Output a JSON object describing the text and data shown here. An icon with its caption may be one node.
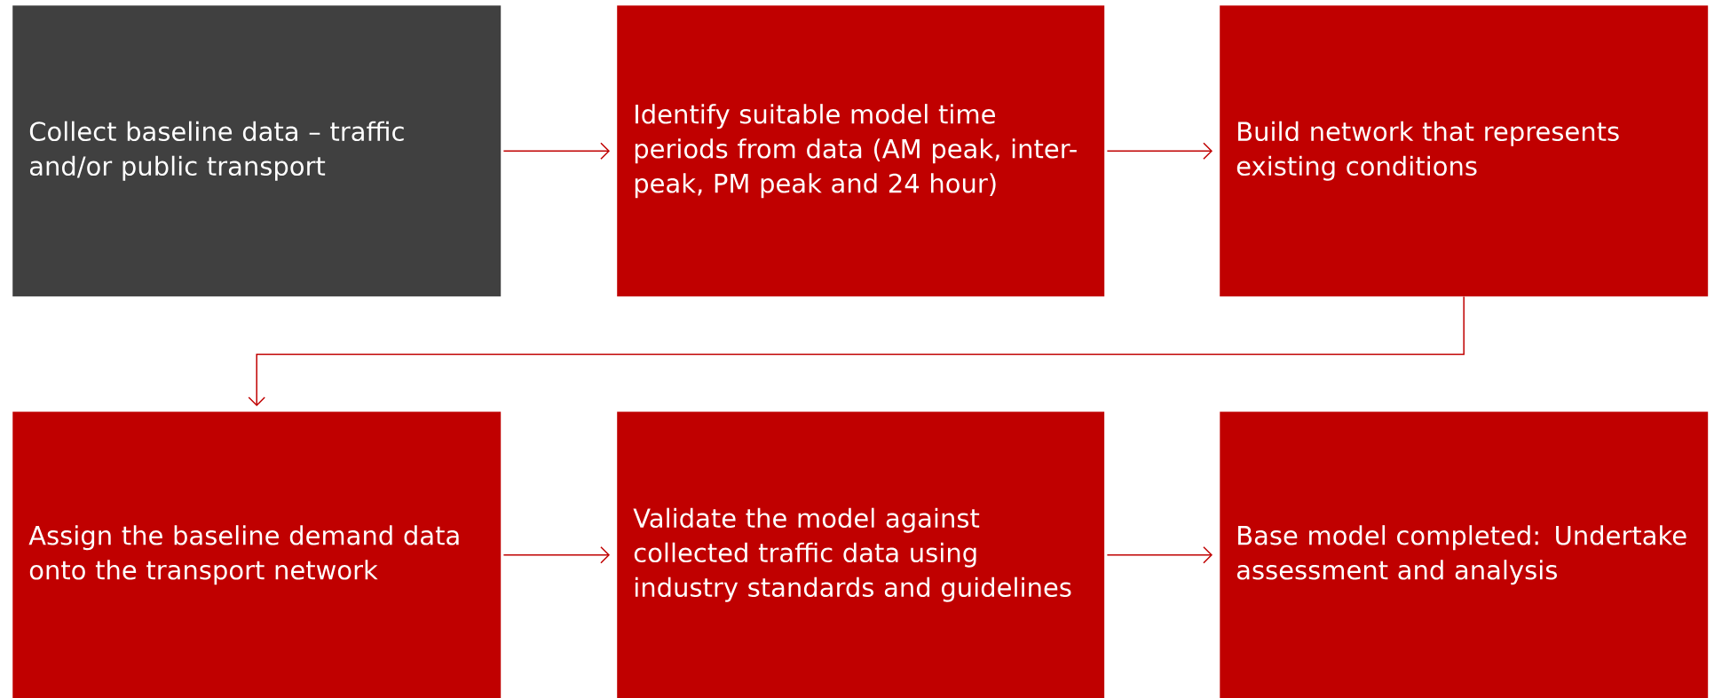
{
  "diagram": {
    "nodes": [
      {
        "text": [
          "Collect baseline data – traffic and/or public transport"
        ]
      },
      {
        "text": [
          "Identify suitable model time periods from data (AM peak, inter-peak, PM peak and 24 hour)"
        ]
      },
      {
        "text": [
          "Build network that represents existing conditions"
        ]
      },
      {
        "text": [
          "Assign the baseline demand data onto the transport network"
        ]
      },
      {
        "text": [
          "Validate the model against collected traffic data using industry standards and guidelines"
        ]
      },
      {
        "text": [
          "Base model completed: Undertake assessment and analysis"
        ]
      }
    ],
    "edges": [
      {
        "from": 0,
        "to": 1,
        "arrow": "to"
      },
      {
        "from": 1,
        "to": 2,
        "arrow": "to"
      },
      {
        "from": 2,
        "to": 3,
        "arrow": "to"
      },
      {
        "from": 3,
        "to": 4,
        "arrow": "to"
      },
      {
        "from": 4,
        "to": 5,
        "arrow": "to"
      }
    ]
  }
}
